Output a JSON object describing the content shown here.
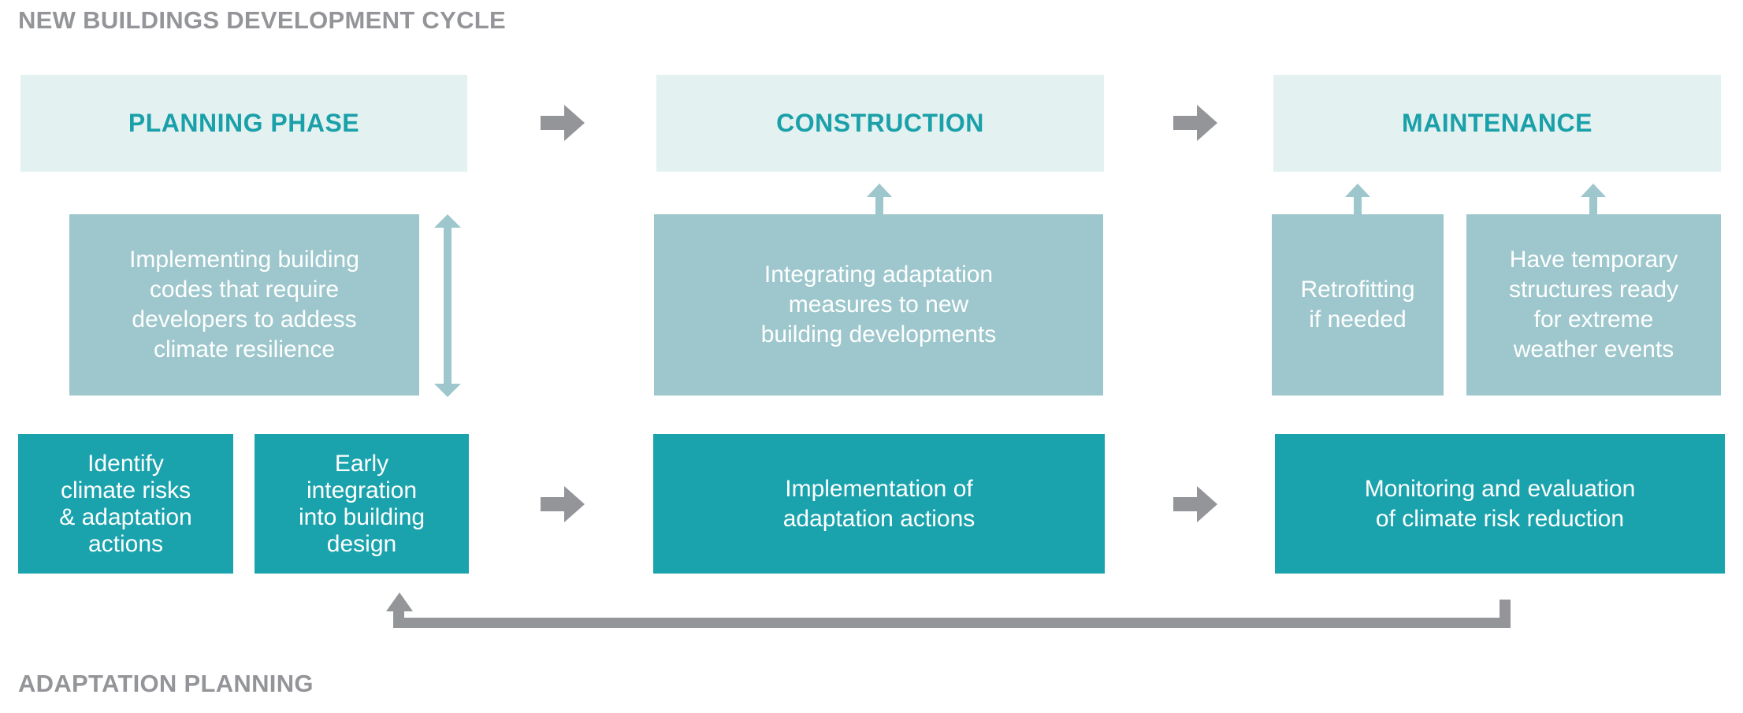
{
  "titles": {
    "top": "NEW BUILDINGS DEVELOPMENT CYCLE",
    "bottom": "ADAPTATION PLANNING"
  },
  "phases": [
    {
      "label": "PLANNING PHASE"
    },
    {
      "label": "CONSTRUCTION"
    },
    {
      "label": "MAINTENANCE"
    }
  ],
  "building_measures": [
    {
      "text": "Implementing building\ncodes that require\ndevelopers to addess\nclimate resilience"
    },
    {
      "text": "Integrating adaptation\nmeasures to new\nbuilding developments"
    },
    {
      "text": "Retrofitting\nif needed"
    },
    {
      "text": "Have temporary\nstructures ready\nfor extreme\nweather events"
    }
  ],
  "adaptation_steps": [
    {
      "text": "Identify\nclimate risks\n& adaptation\nactions"
    },
    {
      "text": "Early\nintegration\ninto building\ndesign"
    },
    {
      "text": "Implementation of\nadaptation actions"
    },
    {
      "text": "Monitoring and evaluation\nof climate risk reduction"
    }
  ],
  "colors": {
    "title_gray": "#939598",
    "phase_bg": "#e4f1f1",
    "phase_text": "#1aa0a9",
    "measure_bg": "#9dc7cc",
    "action_bg": "#1ba3ad",
    "arrow_gray": "#939598",
    "arrow_light": "#9dc7cc"
  }
}
